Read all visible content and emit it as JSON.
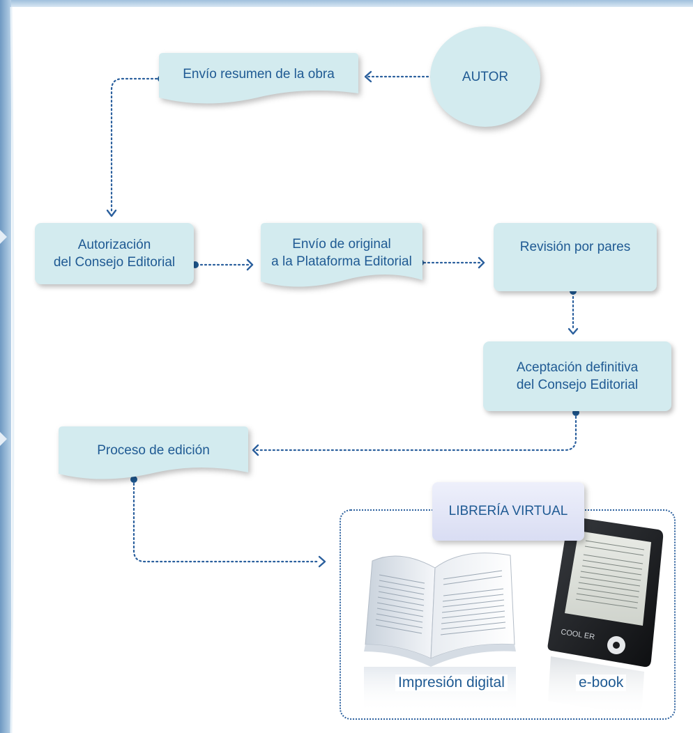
{
  "nodes": {
    "autor": "AUTOR",
    "envio_resumen": "Envío resumen de la obra",
    "autorizacion": "Autorización\ndel Consejo Editorial",
    "envio_original": "Envío de original\na la Plataforma Editorial",
    "revision": "Revisión por pares",
    "aceptacion": "Aceptación definitiva\ndel Consejo Editorial",
    "proceso": "Proceso de edición"
  },
  "libreria": {
    "title": "LIBRERÍA VIRTUAL",
    "items": [
      {
        "label": "Impresión digital",
        "icon": "open-book-icon"
      },
      {
        "label": "e-book",
        "icon": "ereader-icon"
      }
    ],
    "device_brand": "COOL ER"
  },
  "edges": [
    {
      "from": "AUTOR",
      "to": "Envío resumen de la obra"
    },
    {
      "from": "Envío resumen de la obra",
      "to": "Autorización del Consejo Editorial"
    },
    {
      "from": "Autorización del Consejo Editorial",
      "to": "Envío de original a la Plataforma Editorial"
    },
    {
      "from": "Envío de original a la Plataforma Editorial",
      "to": "Revisión por pares"
    },
    {
      "from": "Revisión por pares",
      "to": "Aceptación definitiva del Consejo Editorial"
    },
    {
      "from": "Aceptación definitiva del Consejo Editorial",
      "to": "Proceso de edición"
    },
    {
      "from": "Proceso de edición",
      "to": "LIBRERÍA VIRTUAL"
    }
  ],
  "colors": {
    "node_fill": "#d3ebef",
    "text": "#1f5a93",
    "connector": "#2a5f9d",
    "library_label_fill": "#e3e6f7",
    "background_left": "#8fb4d4"
  }
}
